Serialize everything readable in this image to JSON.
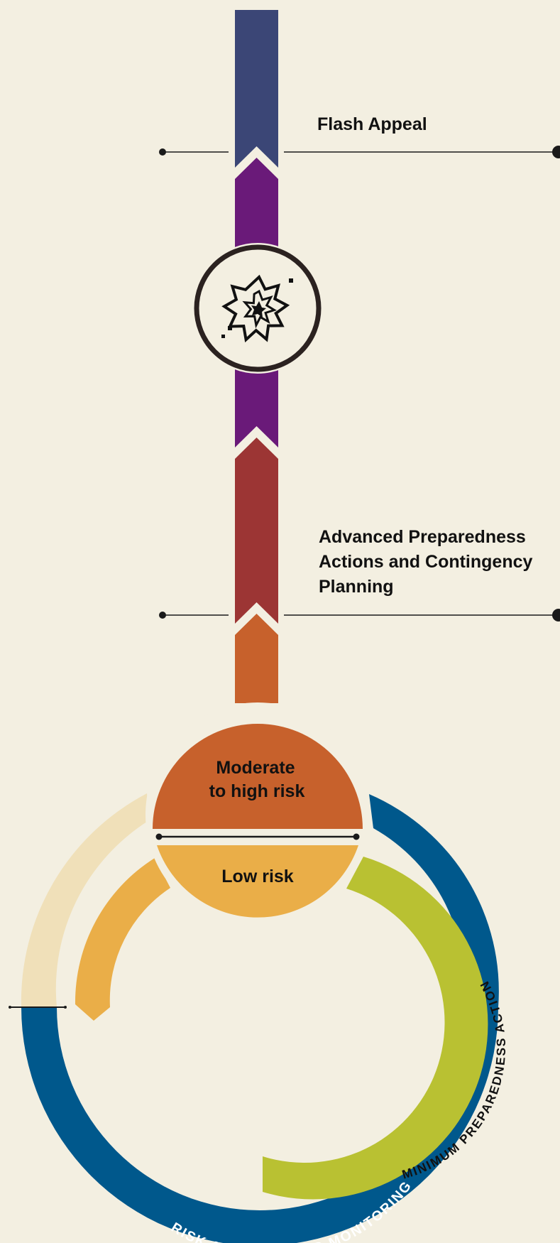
{
  "diagram": {
    "stages": {
      "flash_appeal": "Flash Appeal",
      "advanced": {
        "line1": "Advanced Preparedness",
        "line2": "Actions and Contingency",
        "line3": "Planning"
      }
    },
    "risk_levels": {
      "moderate": {
        "line1": "Moderate",
        "line2": "to high risk"
      },
      "low": "Low risk"
    },
    "rings": {
      "minimum": "MINIMUM PREPAREDNESS ACTION",
      "monitoring": "RISK ANALYSIS AND MONITORING"
    },
    "icon": "explosion-icon",
    "colors": {
      "background": "#f3efe1",
      "navy": "#3b4676",
      "purple": "#6a1a79",
      "crimson": "#9c3534",
      "orange": "#c7612c",
      "amber": "#eaae48",
      "pale_amber": "#f0e0b9",
      "lime": "#b9c132",
      "blue": "#00588c",
      "ink": "#2b2220"
    }
  }
}
